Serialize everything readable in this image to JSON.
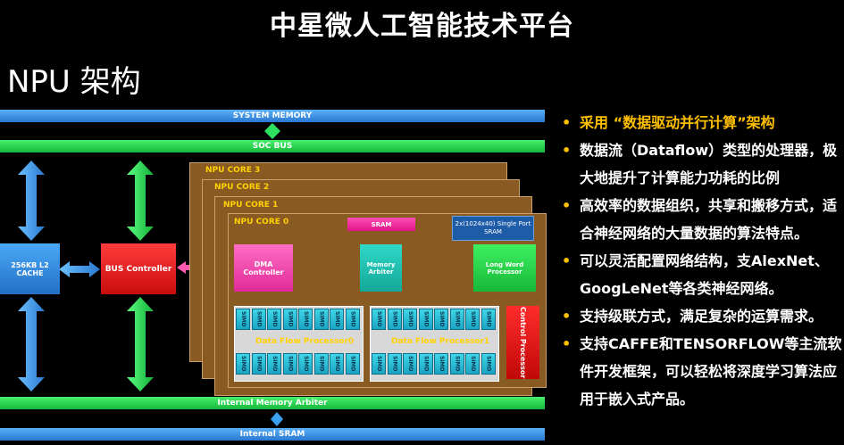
{
  "title": "中星微人工智能技术平台",
  "subtitle": "NPU 架构",
  "diagram": {
    "system_memory": "SYSTEM MEMORY",
    "soc_bus": "SOC BUS",
    "l2_cache": "256KB L2 CACHE",
    "bus_controller": "BUS Controller",
    "cores": [
      "NPU CORE 3",
      "NPU CORE 2",
      "NPU CORE 1",
      "NPU CORE 0"
    ],
    "sram": "SRAM",
    "sram_note": "2x(1024x40) Single Port SRAM",
    "dma_controller": "DMA Controller",
    "memory_arbiter": "Memory Arbiter",
    "long_word_processor": "Long Word Processor",
    "dfp0": "Data Flow Processor0",
    "dfp1": "Data Flow Processor1",
    "simd": "SIMD",
    "control_processor": "Control Processor",
    "internal_memory_arbiter": "Internal Memory Arbiter",
    "internal_sram": "Internal SRAM"
  },
  "bullets": [
    "采用 “数据驱动并行计算”架构",
    "数据流（Dataflow）类型的处理器，极大地提升了计算能力功耗的比例",
    "高效率的数据组织，共享和搬移方式，适合神经网络的大量数据的算法特点。",
    "可以灵活配置网络结构，支AlexNet、GoogLeNet等各类神经网络。",
    "支持级联方式，满足复杂的运算需求。",
    "支持CAFFE和TENSORFLOW等主流软件开发框架，可以轻松将深度学习算法应用于嵌入式产品。"
  ],
  "colors": {
    "highlight": "#ffc000",
    "blue_bus": "#3a90e6",
    "green_bus": "#22c84a",
    "core_fill": "#8a5a23"
  }
}
